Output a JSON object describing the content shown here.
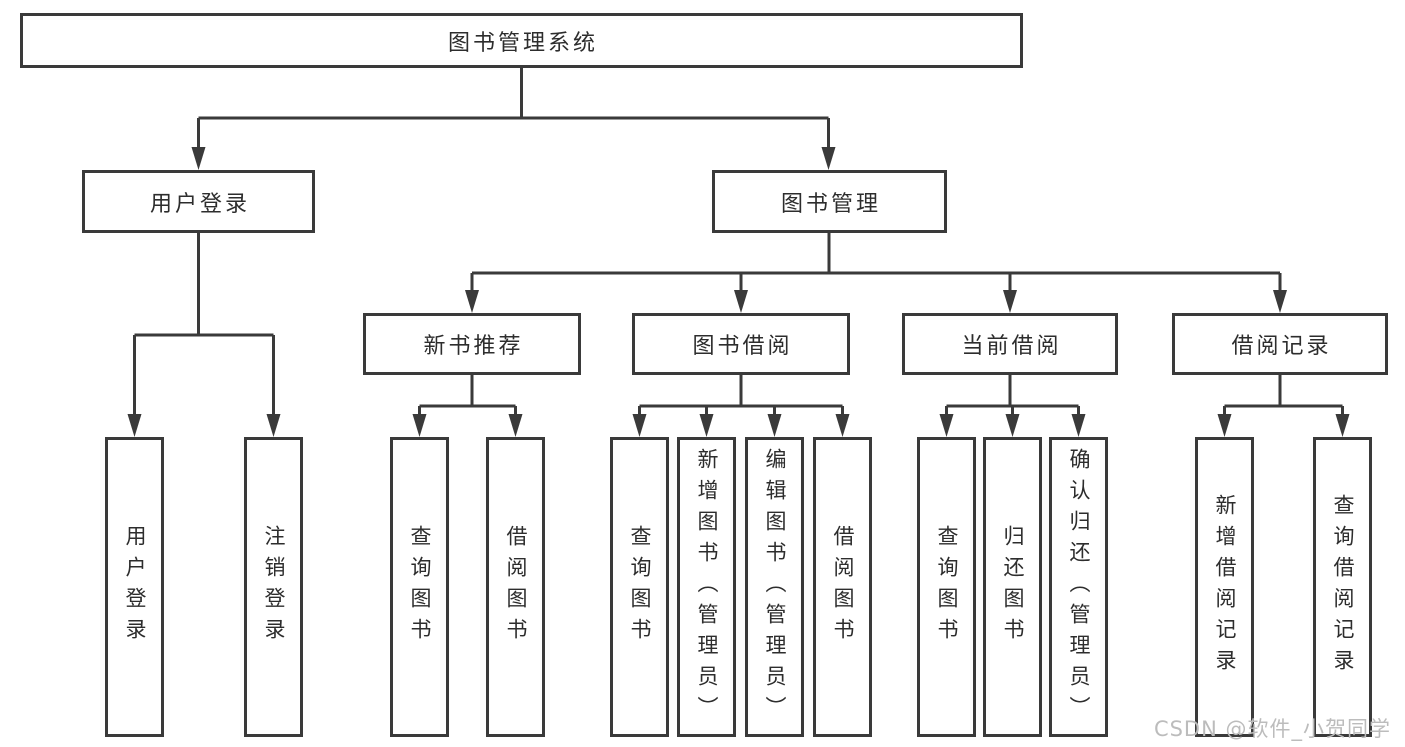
{
  "tree": {
    "label": "图书管理系统",
    "children": [
      {
        "label": "用户登录",
        "children": [
          {
            "label": "用户登录"
          },
          {
            "label": "注销登录"
          }
        ]
      },
      {
        "label": "图书管理",
        "children": [
          {
            "label": "新书推荐",
            "children": [
              {
                "label": "查询图书"
              },
              {
                "label": "借阅图书"
              }
            ]
          },
          {
            "label": "图书借阅",
            "children": [
              {
                "label": "查询图书"
              },
              {
                "label": "新增图书（管理员）"
              },
              {
                "label": "编辑图书（管理员）"
              },
              {
                "label": "借阅图书"
              }
            ]
          },
          {
            "label": "当前借阅",
            "children": [
              {
                "label": "查询图书"
              },
              {
                "label": "归还图书"
              },
              {
                "label": "确认归还（管理员）"
              }
            ]
          },
          {
            "label": "借阅记录",
            "children": [
              {
                "label": "新增借阅记录"
              },
              {
                "label": "查询借阅记录"
              }
            ]
          }
        ]
      }
    ]
  },
  "watermark": {
    "text": "CSDN @软件_小贺同学"
  },
  "colors": {
    "line": "#3a3a3a",
    "text": "#2d2d2d",
    "watermark": "#bcbcbc",
    "background": "#ffffff"
  }
}
